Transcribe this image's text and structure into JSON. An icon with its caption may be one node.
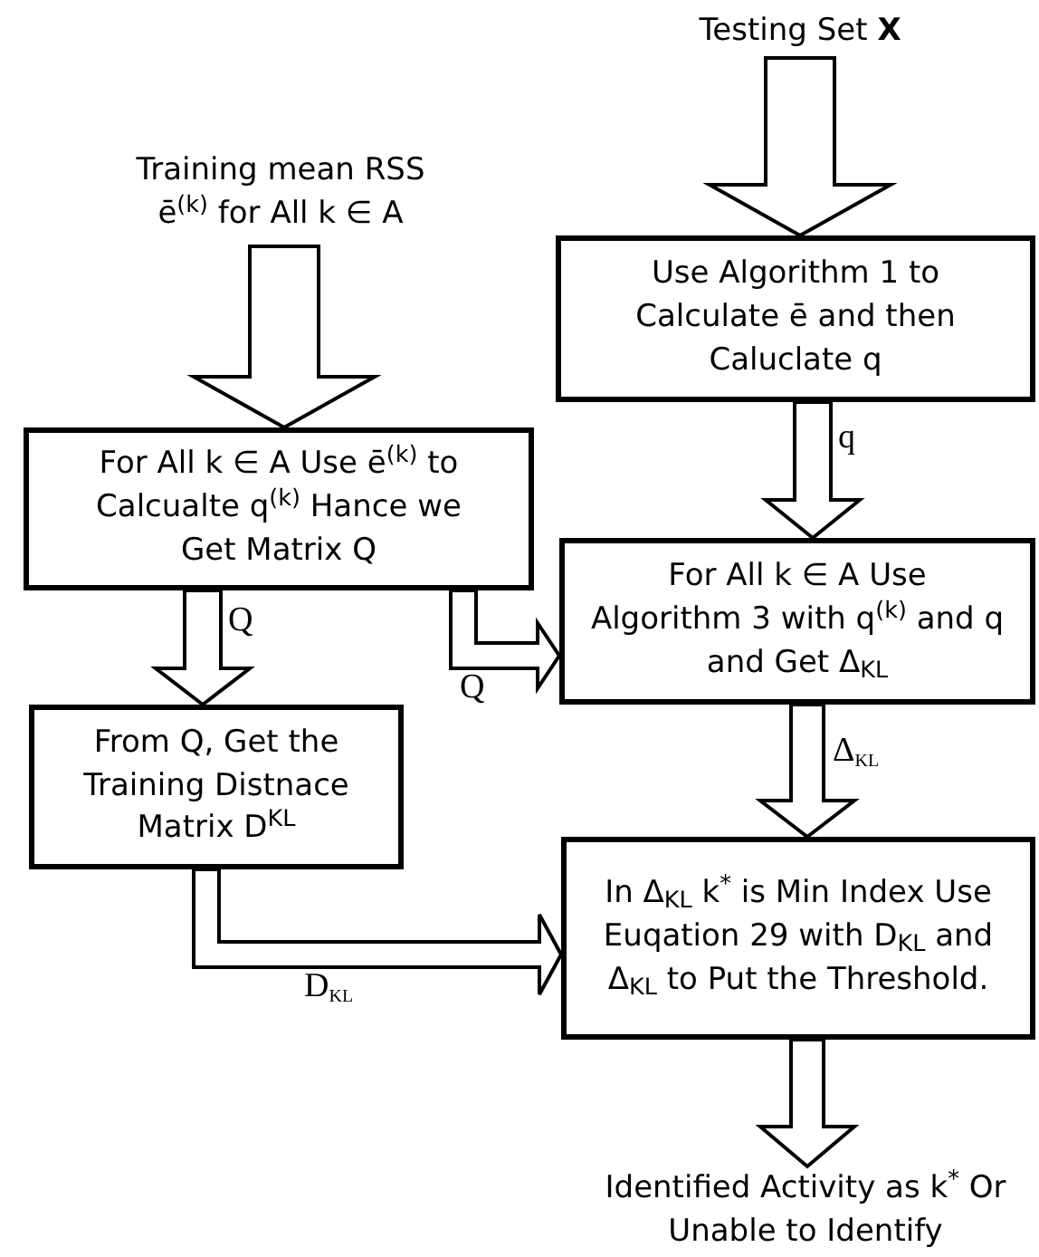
{
  "diagram": {
    "nodes": [
      {
        "text": [
          "Testing Set **X**"
        ]
      },
      {
        "text": [
          "Training mean RSS ē$^{(k)}$ for All k ∈ A"
        ]
      },
      {
        "text": [
          "Use Algorithm 1 to Calculate ē and then Caluclate q"
        ]
      },
      {
        "text": [
          "For All k ∈ A Use ē$^{(k)}$ to Calcualte q$^{(k)}$ Hance we Get Matrix Q"
        ]
      },
      {
        "text": [
          "For All k ∈ A Use Algorithm 3 with q$^{(k)}$ and q and Get Δ$_{KL}$"
        ]
      },
      {
        "text": [
          "From Q, Get the Training Distnace Matrix D$^{KL}$"
        ]
      },
      {
        "text": [
          "In Δ$_{KL}$ k$^{*}$ is Min Index Use Euqation 29 with D$_{KL}$ and Δ$_{KL}$ to Put the Threshold."
        ]
      },
      {
        "text": [
          "Identified Activity as k$^{*}$ Or Unable to Identify"
        ]
      }
    ],
    "edges": [
      {
        "from": 0,
        "to": 2,
        "arrow": "to"
      },
      {
        "from": 1,
        "to": 3,
        "arrow": "to"
      },
      {
        "from": 2,
        "to": 4,
        "arrow": "to",
        "label": "q"
      },
      {
        "from": 3,
        "to": 5,
        "arrow": "to",
        "label": "Q"
      },
      {
        "from": 3,
        "to": 4,
        "arrow": "to",
        "label": "Q"
      },
      {
        "from": 4,
        "to": 6,
        "arrow": "to",
        "label": "Δ$_{KL}$"
      },
      {
        "from": 5,
        "to": 6,
        "arrow": "to",
        "label": "D$_{KL}$"
      },
      {
        "from": 6,
        "to": 7,
        "arrow": "to"
      }
    ]
  }
}
